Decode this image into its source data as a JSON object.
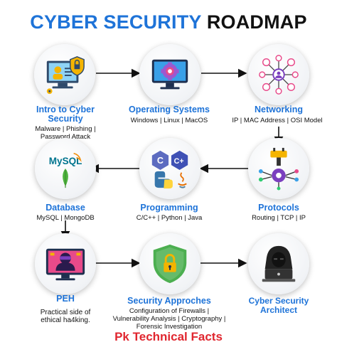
{
  "header": {
    "title_part1": "CYBER SECURITY",
    "title_part2": "ROADMAP"
  },
  "nodes": [
    {
      "title_line1": "Intro to Cyber",
      "title_line2": "Security",
      "desc_line1": "Malware | Phishing |",
      "desc_line2": "Password Attack",
      "icon": "computer-security-icon"
    },
    {
      "title_line1": "Operating Systems",
      "title_line2": "",
      "desc_line1": "Windows | Linux | MacOS",
      "desc_line2": "",
      "icon": "operating-system-icon"
    },
    {
      "title_line1": "Networking",
      "title_line2": "",
      "desc_line1": "IP | MAC Address | OSI Model",
      "desc_line2": "",
      "icon": "network-icon"
    },
    {
      "title_line1": "Protocols",
      "title_line2": "",
      "desc_line1": "Routing | TCP | IP",
      "desc_line2": "",
      "icon": "protocol-plug-icon"
    },
    {
      "title_line1": "Programming",
      "title_line2": "",
      "desc_line1": "C/C++ | Python | Java",
      "desc_line2": "",
      "icon": "programming-languages-icon"
    },
    {
      "title_line1": "Database",
      "title_line2": "",
      "desc_line1": "MySQL | MongoDB",
      "desc_line2": "",
      "icon": "database-logos-icon",
      "logo_text": "MySQL"
    },
    {
      "title_line1": "PEH",
      "title_line2": "",
      "desc_line1": "Practical side of",
      "desc_line2": "ethical ha4king.",
      "icon": "hacker-monitor-icon"
    },
    {
      "title_line1": "Security Approches",
      "title_line2": "",
      "desc_line1": "Configuration of Firewalls |",
      "desc_line2": "Vulnerability Analysis | Cryptography |",
      "desc_line3": "Forensic Investigation",
      "icon": "security-shield-icon"
    },
    {
      "title_line1": "Cyber Security",
      "title_line2": "Architect",
      "desc_line1": "",
      "desc_line2": "",
      "icon": "hooded-hacker-icon"
    }
  ],
  "footer": {
    "text": "Pk Technical Facts"
  },
  "colors": {
    "accent": "#1e73d8",
    "footer": "#e0262f",
    "arrow": "#111111"
  }
}
